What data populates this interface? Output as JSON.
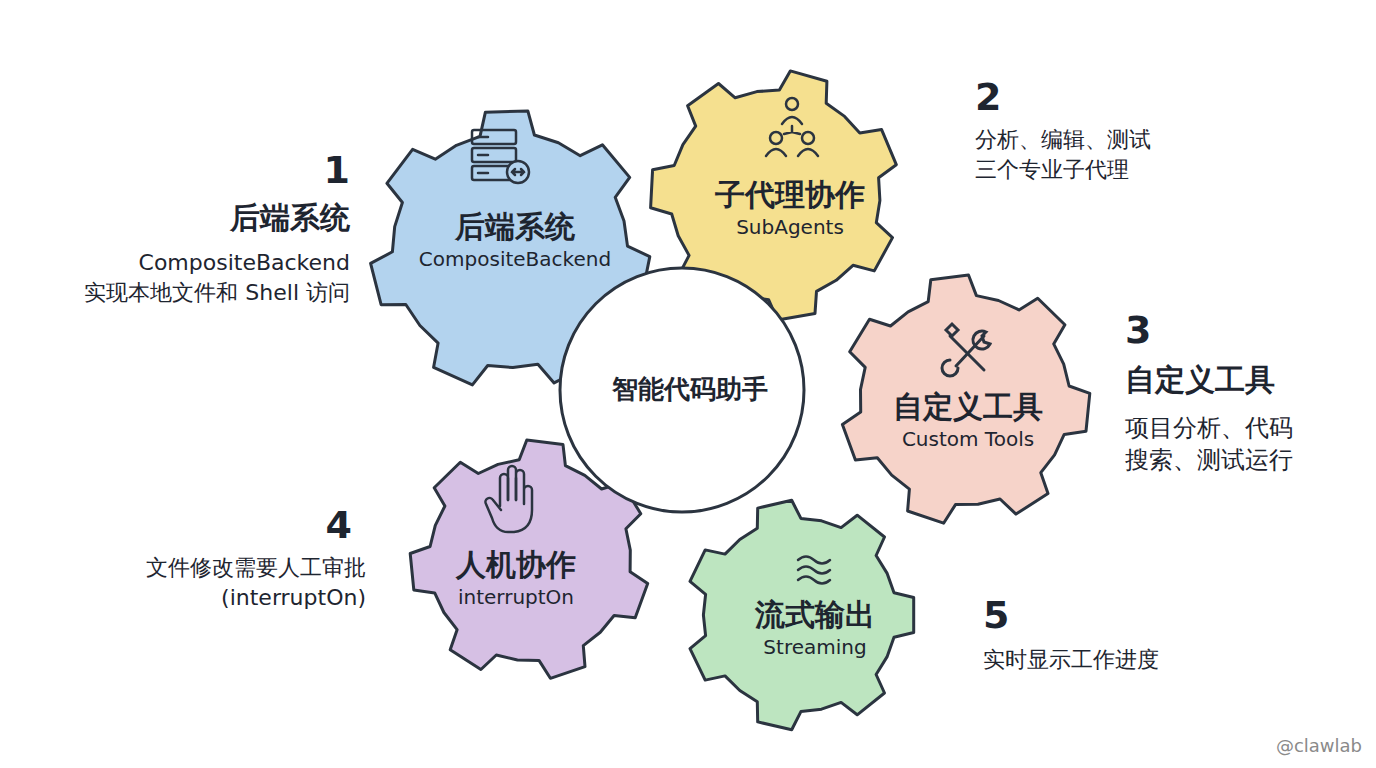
{
  "diagram": {
    "nodes": [
      {
        "text": [
          "后端系统",
          "CompositeBackend"
        ]
      },
      {
        "text": [
          "子代理协作",
          "SubAgents"
        ]
      },
      {
        "text": [
          "自定义工具",
          "Custom Tools"
        ]
      },
      {
        "text": [
          "人机协作",
          "interruptOn"
        ]
      },
      {
        "text": [
          "流式输出",
          "Streaming"
        ]
      }
    ],
    "labels": [
      "1",
      "后端系统",
      "CompositeBackend 实现本地文件和 Shell 访问",
      "2",
      "分析、编辑、测试 三个专业子代理",
      "3",
      "自定义工具",
      "项目分析、代码 搜索、测试运行",
      "4",
      "文件修改需要人工审批 (interruptOn)",
      "5",
      "实时显示工作进度",
      "智能代码助手",
      "@clawlab"
    ]
  }
}
